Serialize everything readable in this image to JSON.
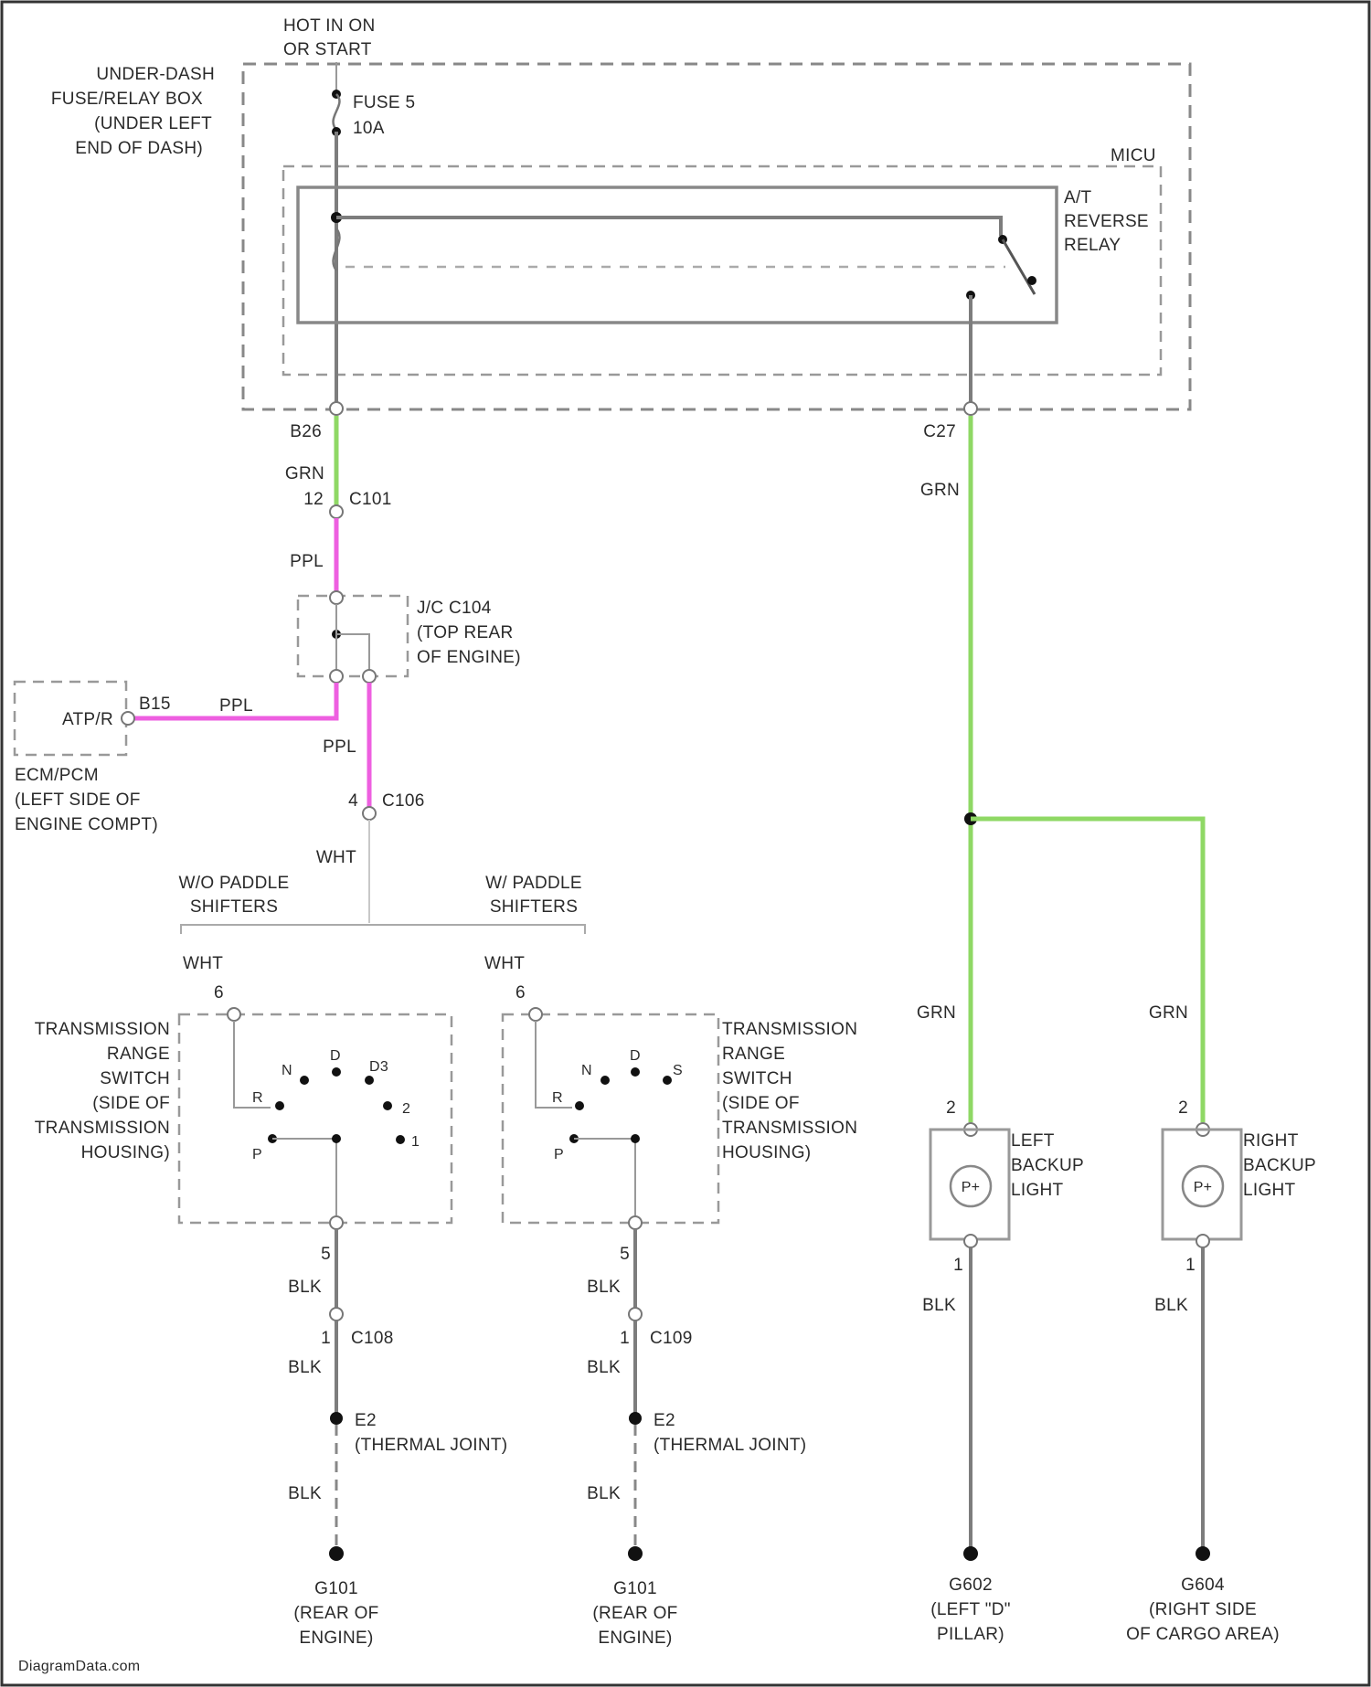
{
  "colors": {
    "grn": "#8fd865",
    "ppl": "#ee5fe0",
    "wire": "#7d7d7d",
    "frame": "#333333"
  },
  "power": {
    "line1": "HOT IN ON",
    "line2": "OR START"
  },
  "fusebox": {
    "label": [
      "UNDER-DASH",
      "FUSE/RELAY BOX",
      "(UNDER LEFT",
      "END OF DASH)"
    ],
    "fuse_name": "FUSE 5",
    "fuse_rating": "10A",
    "micu": "MICU",
    "relay": [
      "A/T",
      "REVERSE",
      "RELAY"
    ],
    "pin_left": "B26",
    "pin_right": "C27"
  },
  "wires": {
    "grn": "GRN",
    "ppl": "PPL",
    "wht": "WHT",
    "blk": "BLK"
  },
  "connectors": {
    "c101_pin": "12",
    "c101": "C101",
    "jc_c104": [
      "J/C C104",
      "(TOP REAR",
      "OF ENGINE)"
    ],
    "c106_pin": "4",
    "c106": "C106",
    "c108_pin": "1",
    "c108": "C108",
    "c109_pin": "1",
    "c109": "C109"
  },
  "ecm": {
    "name": "ATP/R",
    "pin": "B15",
    "label": [
      "ECM/PCM",
      "(LEFT SIDE OF",
      "ENGINE COMPT)"
    ]
  },
  "variants": {
    "left": [
      "W/O PADDLE",
      "SHIFTERS"
    ],
    "right": [
      "W/ PADDLE",
      "SHIFTERS"
    ]
  },
  "switch_left": {
    "label": [
      "TRANSMISSION",
      "RANGE",
      "SWITCH",
      "(SIDE OF",
      "TRANSMISSION",
      "HOUSING)"
    ],
    "pin_top": "6",
    "pin_bottom": "5",
    "positions": [
      "R",
      "N",
      "D",
      "D3",
      "2",
      "1",
      "P"
    ]
  },
  "switch_right": {
    "label": [
      "TRANSMISSION",
      "RANGE",
      "SWITCH",
      "(SIDE OF",
      "TRANSMISSION",
      "HOUSING)"
    ],
    "pin_top": "6",
    "pin_bottom": "5",
    "positions": [
      "R",
      "N",
      "D",
      "S",
      "P"
    ]
  },
  "grounds": {
    "e2_left": [
      "E2",
      "(THERMAL JOINT)"
    ],
    "e2_right": [
      "E2",
      "(THERMAL JOINT)"
    ],
    "g101_left": [
      "G101",
      "(REAR OF",
      "ENGINE)"
    ],
    "g101_right": [
      "G101",
      "(REAR OF",
      "ENGINE)"
    ],
    "g602": [
      "G602",
      "(LEFT \"D\"",
      "PILLAR)"
    ],
    "g604": [
      "G604",
      "(RIGHT SIDE",
      "OF CARGO AREA)"
    ]
  },
  "lights": {
    "left": [
      "LEFT",
      "BACKUP",
      "LIGHT"
    ],
    "right": [
      "RIGHT",
      "BACKUP",
      "LIGHT"
    ],
    "pin_top": "2",
    "pin_bottom": "1",
    "bulb_symbol": "P+"
  },
  "watermark": "DiagramData.com"
}
